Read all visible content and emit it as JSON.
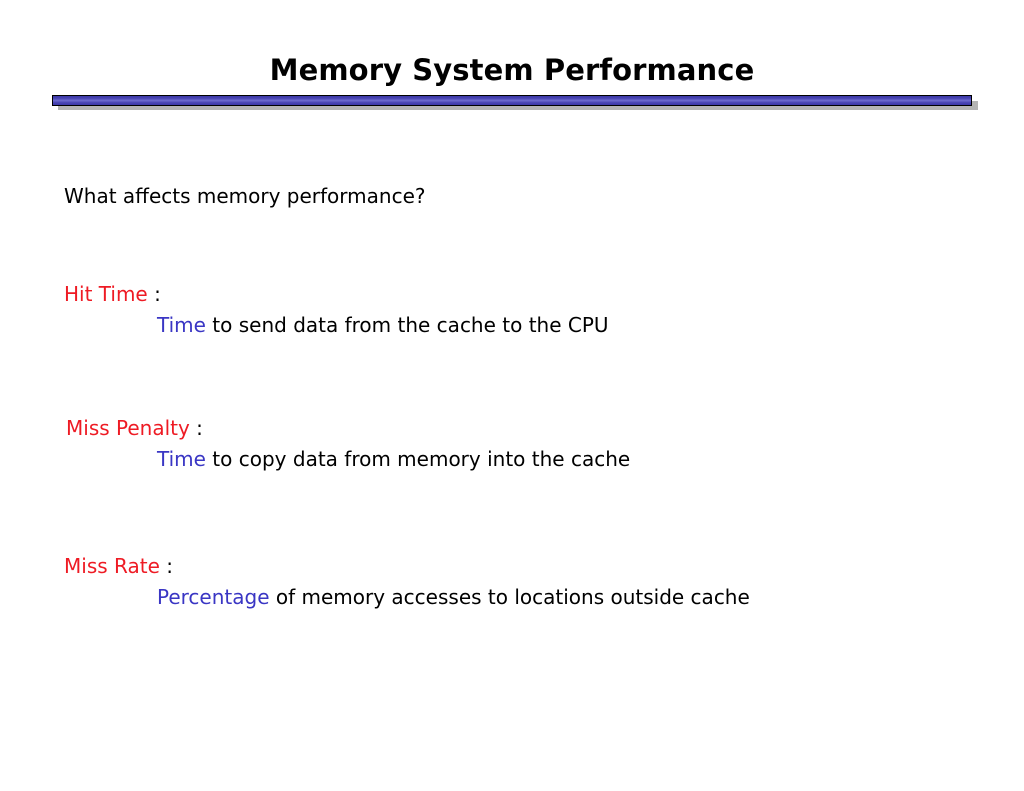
{
  "slide": {
    "title": "Memory System Performance",
    "lead": "What affects memory performance?",
    "colors": {
      "term": "#ee1b24",
      "emphasis": "#3a36c4",
      "text": "#000000",
      "rule_bar": "#4a46b4",
      "rule_shadow": "#b4b4b4",
      "background": "#ffffff"
    },
    "items": [
      {
        "term": "Hit Time",
        "separator": " :",
        "emphasis": "Time",
        "detail": " to send data from the cache to the CPU"
      },
      {
        "term": "Miss Penalty",
        "separator": " :",
        "emphasis": "Time",
        "detail": " to copy data from memory into the cache"
      },
      {
        "term": "Miss Rate",
        "separator": " :",
        "emphasis": "Percentage",
        "detail": " of memory accesses to locations outside cache"
      }
    ]
  }
}
